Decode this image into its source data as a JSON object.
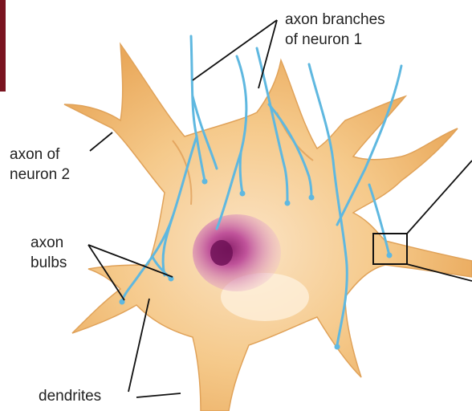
{
  "labels": {
    "axon_branches_neuron_1": {
      "line1": "axon branches",
      "line2": "of neuron 1"
    },
    "axon_of_neuron_2": {
      "line1": "axon of",
      "line2": "neuron 2"
    },
    "axon_bulbs": {
      "line1": "axon",
      "line2": "bulbs"
    },
    "dendrites": "dendrites"
  },
  "colors": {
    "cell_body": "#f2c27d",
    "cell_outline": "#d9944a",
    "nucleus": "#c25a9a",
    "axon_branches": "#5fb8e0",
    "label_text": "#222222",
    "corner_bar": "#7a1420"
  }
}
